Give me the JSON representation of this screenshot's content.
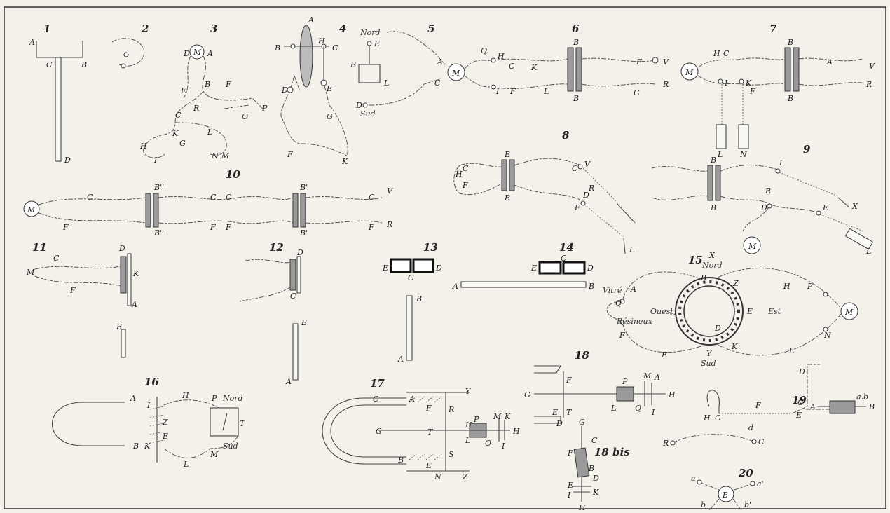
{
  "header": {
    "caption": ""
  },
  "figures": [
    {
      "n": "1",
      "labels": [
        "A",
        "C",
        "B",
        "D"
      ]
    },
    {
      "n": "2",
      "labels": []
    },
    {
      "n": "3",
      "labels": [
        "D",
        "M",
        "A",
        "E",
        "B",
        "F",
        "R",
        "C",
        "O",
        "P",
        "K",
        "G",
        "L",
        "H",
        "I",
        "N",
        "M"
      ]
    },
    {
      "n": "4",
      "labels": [
        "A",
        "B",
        "H",
        "C",
        "D",
        "E",
        "G",
        "F",
        "K"
      ]
    },
    {
      "n": "5",
      "labels": [
        "Nord",
        "E",
        "B",
        "L",
        "D",
        "Sud",
        "A",
        "C"
      ]
    },
    {
      "n": "6",
      "labels": [
        "M",
        "Q",
        "H",
        "C",
        "K",
        "I",
        "F",
        "L",
        "B",
        "B",
        "F",
        "V",
        "G",
        "R"
      ]
    },
    {
      "n": "7",
      "labels": [
        "M",
        "H",
        "C",
        "I",
        "K",
        "F",
        "B",
        "B",
        "A",
        "V",
        "R",
        "L",
        "N"
      ]
    },
    {
      "n": "8",
      "labels": [
        "H",
        "C",
        "F",
        "B",
        "B",
        "C",
        "V",
        "R",
        "D",
        "F",
        "L"
      ]
    },
    {
      "n": "9",
      "labels": [
        "B",
        "B",
        "I",
        "R",
        "D",
        "X",
        "M",
        "E",
        "L"
      ]
    },
    {
      "n": "10",
      "labels": [
        "M",
        "C",
        "F",
        "B''",
        "B''",
        "C",
        "C",
        "F",
        "F",
        "B'",
        "B'",
        "V",
        "C",
        "F",
        "R"
      ]
    },
    {
      "n": "11",
      "labels": [
        "M",
        "C",
        "F",
        "D",
        "K",
        "A",
        "B"
      ]
    },
    {
      "n": "12",
      "labels": [
        "D",
        "C",
        "B",
        "A"
      ]
    },
    {
      "n": "13",
      "labels": [
        "E",
        "C",
        "D",
        "B",
        "A"
      ]
    },
    {
      "n": "14",
      "labels": [
        "E",
        "C",
        "D",
        "A",
        "B"
      ]
    },
    {
      "n": "15",
      "labels": [
        "X",
        "Nord",
        "Vitré",
        "A",
        "B",
        "Z",
        "H",
        "P",
        "Q",
        "Ouest",
        "Est",
        "M",
        "Résineux",
        "O",
        "D",
        "E",
        "F",
        "K",
        "N",
        "L",
        "Y",
        "Sud"
      ]
    },
    {
      "n": "16",
      "labels": [
        "A",
        "H",
        "P",
        "Nord",
        "I",
        "Z",
        "E",
        "T",
        "K",
        "B",
        "L",
        "M",
        "Sud"
      ]
    },
    {
      "n": "17",
      "labels": [
        "C",
        "A",
        "F",
        "R",
        "Y",
        "U",
        "P",
        "M",
        "K",
        "G",
        "T",
        "H",
        "L",
        "O",
        "I",
        "B",
        "E",
        "S",
        "N",
        "Z"
      ]
    },
    {
      "n": "18",
      "labels": [
        "F",
        "G",
        "E",
        "T",
        "D",
        "P",
        "M",
        "A",
        "H",
        "L",
        "Q",
        "I"
      ]
    },
    {
      "n": "18 bis",
      "labels": [
        "G",
        "C",
        "F",
        "B",
        "D",
        "E",
        "I",
        "K",
        "H"
      ]
    },
    {
      "n": "19",
      "labels": [
        "H",
        "G",
        "F",
        "D",
        "C",
        "E",
        "A",
        "a.b",
        "B",
        "d"
      ]
    },
    {
      "n": "20",
      "labels": [
        "R",
        "C",
        "a",
        "B",
        "a'",
        "b",
        "b'"
      ]
    }
  ]
}
